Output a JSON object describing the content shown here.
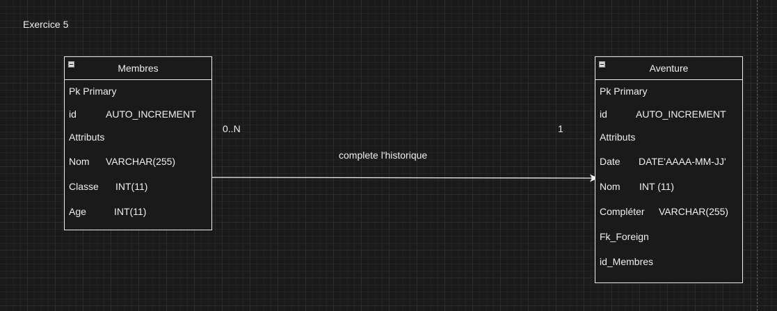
{
  "diagram": {
    "title": "Exercice 5",
    "relationship": {
      "label": "complete l'historique",
      "source_cardinality": "0..N",
      "target_cardinality": "1"
    },
    "entities": [
      {
        "name": "Membres",
        "rows": [
          {
            "name": "Pk Primary",
            "type": ""
          },
          {
            "name": "id",
            "type": "AUTO_INCREMENT"
          },
          {
            "name": "Attributs",
            "type": ""
          },
          {
            "name": "Nom",
            "type": "VARCHAR(255)"
          },
          {
            "name": "Classe",
            "type": "INT(11)"
          },
          {
            "name": "Age",
            "type": "INT(11)"
          }
        ]
      },
      {
        "name": "Aventure",
        "rows": [
          {
            "name": "Pk Primary",
            "type": ""
          },
          {
            "name": "id",
            "type": "AUTO_INCREMENT"
          },
          {
            "name": "Attributs",
            "type": ""
          },
          {
            "name": "Date",
            "type": "DATE'AAAA-MM-JJ'"
          },
          {
            "name": "Nom",
            "type": "INT (11)"
          },
          {
            "name": "Compléter",
            "type": "VARCHAR(255)"
          },
          {
            "name": "Fk_Foreign",
            "type": ""
          },
          {
            "name": "id_Membres",
            "type": ""
          }
        ]
      }
    ],
    "colors": {
      "background": "#1a1a1a",
      "stroke": "#f0f0f0",
      "text": "#f0f0f0"
    }
  }
}
